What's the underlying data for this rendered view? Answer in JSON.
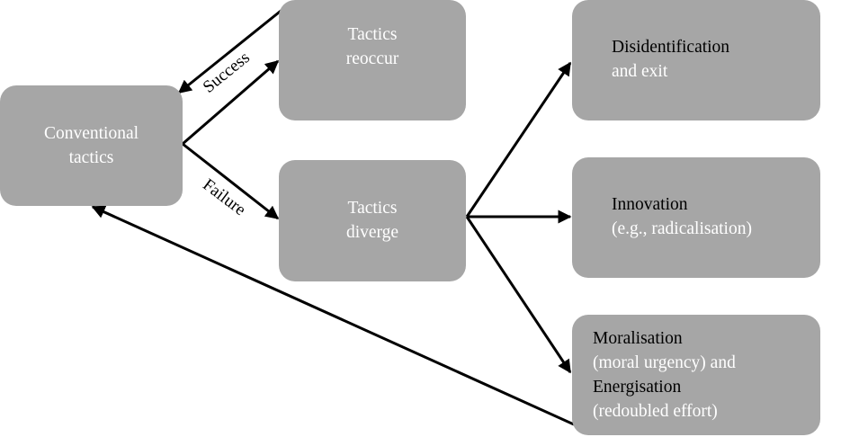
{
  "nodes": {
    "conventional": {
      "line1": "Conventional",
      "line2": "tactics"
    },
    "reoccur": {
      "line1": "Tactics",
      "line2": "reoccur"
    },
    "diverge": {
      "line1": "Tactics",
      "line2": "diverge"
    },
    "disidentification": {
      "line1": "Disidentification",
      "line2": "and exit"
    },
    "innovation": {
      "line1": "Innovation",
      "line2": "(e.g., radicalisation)"
    },
    "moralisation": {
      "line1": "Moralisation",
      "line2": "(moral urgency) and",
      "line3": "Energisation",
      "line4": "(redoubled effort)"
    }
  },
  "edges": {
    "success_label": "Success",
    "failure_label": "Failure"
  },
  "colors": {
    "box_fill": "#a6a6a6",
    "box_text_light": "#ffffff",
    "box_text_dark": "#000000",
    "arrow": "#000000"
  }
}
